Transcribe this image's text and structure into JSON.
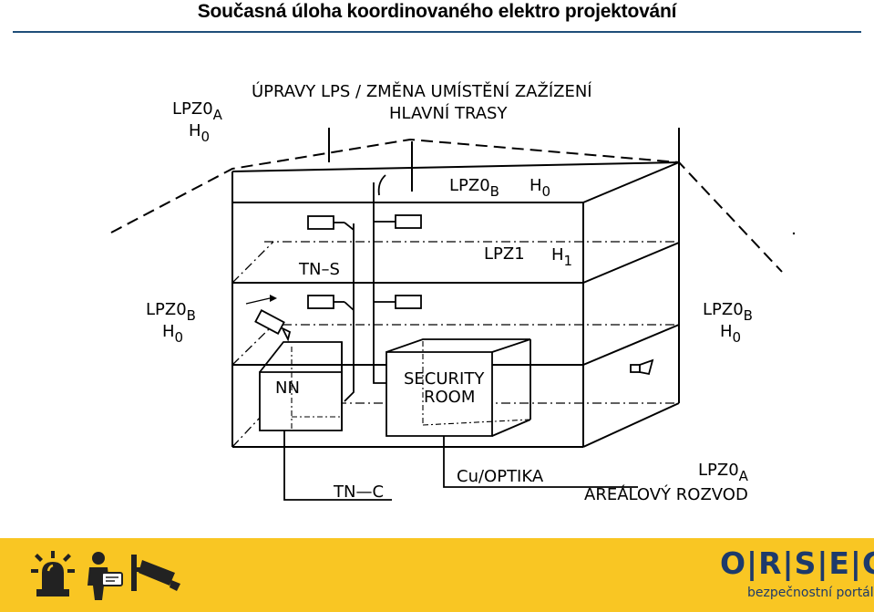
{
  "title": "Současná úloha koordinovaného elektro projektování",
  "diagram": {
    "labels": {
      "lpz0a_top_zone": "LPZ0",
      "lpz0a_top_sub": "A",
      "h0_top_zone": "H",
      "h0_top_sub": "0",
      "header_line1": "ÚPRAVY LPS / ZMĚNA UMÍSTĚNÍ ZAŽÍZENÍ",
      "header_line2": "HLAVNÍ TRASY",
      "lpz0b_roof_zone": "LPZ0",
      "lpz0b_roof_sub": "B",
      "h0_roof_zone": "H",
      "h0_roof_sub": "0",
      "tns": "TN–S",
      "lpz1_zone": "LPZ1",
      "h1_zone": "H",
      "h1_sub": "1",
      "lpz0b_left_zone": "LPZ0",
      "lpz0b_left_sub": "B",
      "h0_left_zone": "H",
      "h0_left_sub": "0",
      "lpz0b_right_zone": "LPZ0",
      "lpz0b_right_sub": "B",
      "h0_right_zone": "H",
      "h0_right_sub": "0",
      "nn": "NN",
      "security_line1": "SECURITY",
      "security_line2": "ROOM",
      "tnc": "TN—C",
      "cu_optika": "Cu/OPTIKA",
      "lpz0a_bottom_zone": "LPZ0",
      "lpz0a_bottom_sub": "A",
      "arealovy_rozvod": "AREÁLOVÝ ROZVOD"
    }
  },
  "footer": {
    "brand_name": "O|R|S|E|C",
    "brand_tagline": "bezpečnostní portál",
    "icons": [
      "siren-icon",
      "id-card-person-icon",
      "security-camera-icon"
    ],
    "background": "#f9c623",
    "brand_color": "#1d3a6b"
  }
}
